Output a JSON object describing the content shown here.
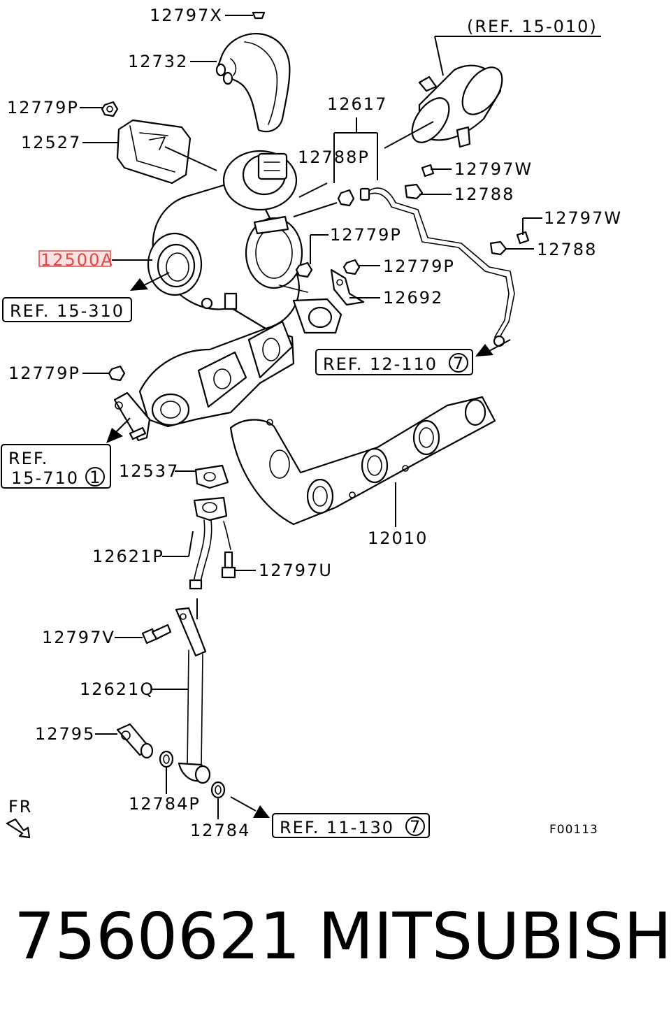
{
  "labels": {
    "p12797X": "12797X",
    "p12732": "12732",
    "p12779P_a": "12779P",
    "p12527": "12527",
    "p12617": "12617",
    "p12788P": "12788P",
    "p12797W_a": "12797W",
    "p12788_a": "12788",
    "p12797W_b": "12797W",
    "p12788_b": "12788",
    "p12500A": "12500A",
    "p12779P_b": "12779P",
    "p12779P_c": "12779P",
    "p12692": "12692",
    "p12779P_d": "12779P",
    "p12537": "12537",
    "p12010": "12010",
    "p12621P": "12621P",
    "p12797U": "12797U",
    "p12797V": "12797V",
    "p12621Q": "12621Q",
    "p12795": "12795",
    "p12784P": "12784P",
    "p12784": "12784"
  },
  "refs": {
    "ref_15_010": "(REF. 15-010)",
    "ref_15_310": "REF. 15-310",
    "ref_12_110": "REF. 12-110",
    "ref_12_110_circle": "7",
    "ref_15_710_line1": "REF.",
    "ref_15_710_line2": "15-710",
    "ref_15_710_circle": "1",
    "ref_11_130": "REF. 11-130",
    "ref_11_130_circle": "7"
  },
  "orientation": "FR",
  "figure_code": "F00113",
  "highlighted_part": "12500A",
  "highlight_color": "#e04848",
  "footer": {
    "part_number": "7560621",
    "brand": "MITSUBISHI"
  }
}
